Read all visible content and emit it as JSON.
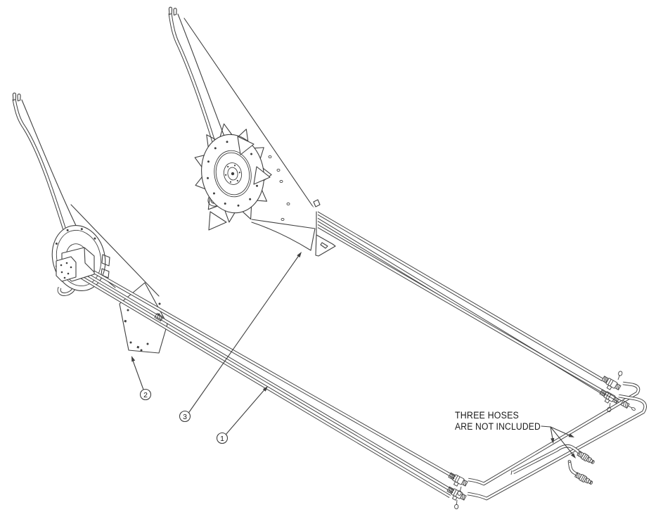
{
  "diagram": {
    "colors": {
      "line": "#3f3f3f",
      "text": "#1a1a1a",
      "background": "#ffffff"
    },
    "note": {
      "line1": "THREE HOSES",
      "line2": "ARE NOT INCLUDED"
    },
    "callouts": [
      {
        "label": "1"
      },
      {
        "label": "2"
      },
      {
        "label": "3"
      }
    ]
  }
}
